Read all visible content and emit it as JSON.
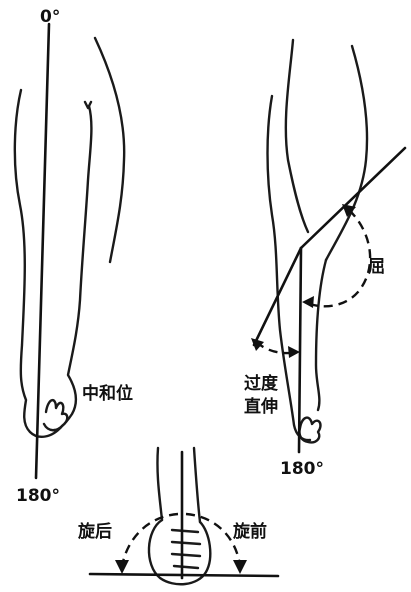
{
  "labels": {
    "left_top_angle": "0°",
    "left_bottom_angle": "180°",
    "neutral_position": "中和位",
    "flexion": "屈",
    "hyperextension_line1": "过度",
    "hyperextension_line2": "直伸",
    "right_bottom_angle": "180°",
    "supination": "旋后",
    "pronation": "旋前"
  }
}
